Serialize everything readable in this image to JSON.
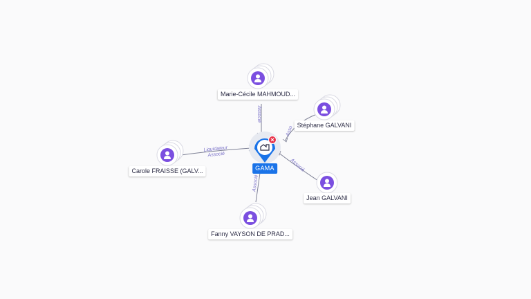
{
  "center": {
    "label": "GAMA",
    "icon": "company-building-icon",
    "badge_icon": "close-icon",
    "accent": "#1a73e8",
    "badge_color": "#e8334a"
  },
  "person_color": "#7b4fe0",
  "people": [
    {
      "name": "Marie-Cécile MAHMOUD...",
      "relation": "Associé"
    },
    {
      "name": "Stéphane GALVANI",
      "relation": "Asso"
    },
    {
      "name": "Jean GALVANI",
      "relation": "Associé"
    },
    {
      "name": "Fanny VAYSON DE PRAD...",
      "relation": "Associé"
    },
    {
      "name": "Carole FRAISSE (GALV...",
      "relation": "Liquidateur",
      "relation2": "Associé"
    }
  ]
}
